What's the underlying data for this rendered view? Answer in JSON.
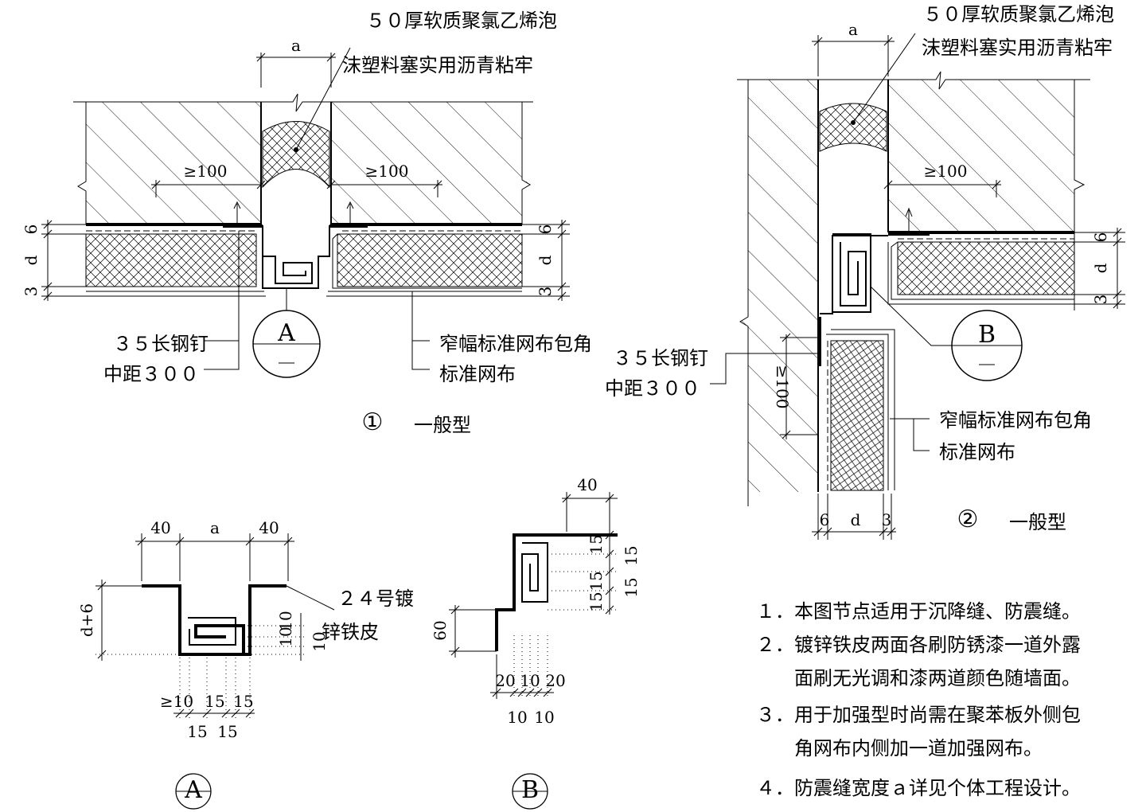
{
  "detail_1": {
    "foam_note_line1": "５０厚软质聚氯乙烯泡",
    "foam_note_line2": "沫塑料塞实用沥青粘牢",
    "dim_a": "a",
    "dim_100_left": "≥100",
    "dim_100_right": "≥100",
    "dim_6": "6",
    "dim_d": "d",
    "dim_3": "3",
    "nail_line1": "３５长钢钉",
    "nail_line2": "中距３００",
    "mesh_line1": "窄幅标准网布包角",
    "mesh_line2": "标准网布",
    "callout": "A",
    "number": "①",
    "caption": "一般型"
  },
  "detail_2": {
    "foam_note_line1": "５０厚软质聚氯乙烯泡",
    "foam_note_line2": "沫塑料塞实用沥青粘牢",
    "dim_a": "a",
    "dim_100_top": "≥100",
    "dim_100_side": "≥100",
    "dim_6": "6",
    "dim_d": "d",
    "dim_3": "3",
    "nail_line1": "３５长钢钉",
    "nail_line2": "中距３００",
    "mesh_line1": "窄幅标准网布包角",
    "mesh_line2": "标准网布",
    "callout": "B",
    "number": "②",
    "caption": "一般型"
  },
  "detail_A": {
    "dim_40_left": "40",
    "dim_a": "a",
    "dim_40_right": "40",
    "dim_d6": "d+6",
    "sheet_line1": "２４号镀",
    "sheet_line2": "锌铁皮",
    "dim_10a": "10",
    "dim_10b": "10",
    "dim_10c": "10",
    "bottom_ge10": "≥10",
    "bottom_15a": "15",
    "bottom_15b": "15",
    "bottom_15c": "15",
    "bottom_15d": "15",
    "label": "A"
  },
  "detail_B": {
    "dim_40": "40",
    "dim_15a": "15",
    "dim_15b": "15",
    "dim_15c": "15",
    "dim_15d": "15",
    "dim_15e": "15",
    "dim_60": "60",
    "bottom_20a": "20",
    "bottom_10a": "10",
    "bottom_20b": "20",
    "bottom_10b": "10",
    "bottom_10c": "10",
    "label": "B"
  },
  "notes": [
    "１．本图节点适用于沉降缝、防震缝。",
    "２．镀锌铁皮两面各刷防锈漆一道外露",
    "　　面刷无光调和漆两道颜色随墙面。",
    "３．用于加强型时尚需在聚苯板外侧包",
    "　　角网布内侧加一道加强网布。",
    "４．防震缝宽度ａ详见个体工程设计。"
  ]
}
